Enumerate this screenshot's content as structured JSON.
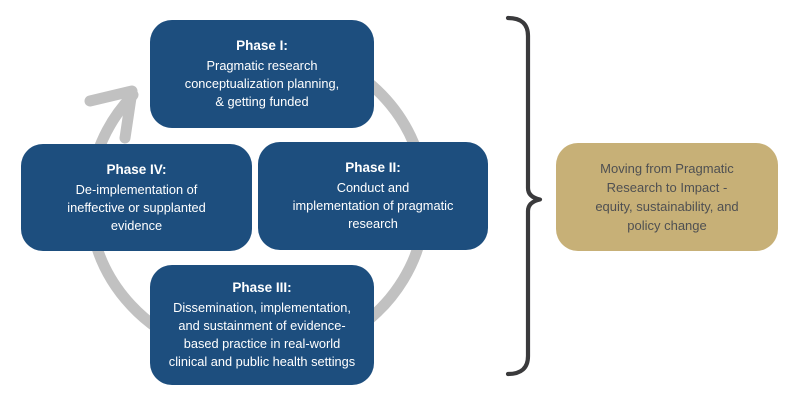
{
  "diagram": {
    "phases": [
      {
        "id": "phase-1",
        "title": "Phase I:",
        "body": "Pragmatic research\nconceptualization planning,\n& getting funded"
      },
      {
        "id": "phase-2",
        "title": "Phase II:",
        "body": "Conduct and\nimplementation of pragmatic\nresearch"
      },
      {
        "id": "phase-3",
        "title": "Phase III:",
        "body": "Dissemination, implementation,\nand sustainment of evidence-\nbased practice in real-world\nclinical and public health settings"
      },
      {
        "id": "phase-4",
        "title": "Phase IV:",
        "body": "De-implementation of\nineffective or supplanted\nevidence"
      }
    ],
    "outcome": {
      "text": "Moving from Pragmatic\nResearch to Impact -\nequity, sustainability, and\npolicy change"
    },
    "icons": {
      "cycle_ring": "circular-arrow-clockwise",
      "brace": "right-curly-brace"
    },
    "colors": {
      "phase_box_blue": "#1d4e7e",
      "phase_text": "#ffffff",
      "outcome_gold": "#c7b077",
      "outcome_text": "#4f5052",
      "cycle_ring_gray": "#c1c1c1",
      "brace_dark": "#3a3a3c",
      "background": "#ffffff"
    }
  }
}
